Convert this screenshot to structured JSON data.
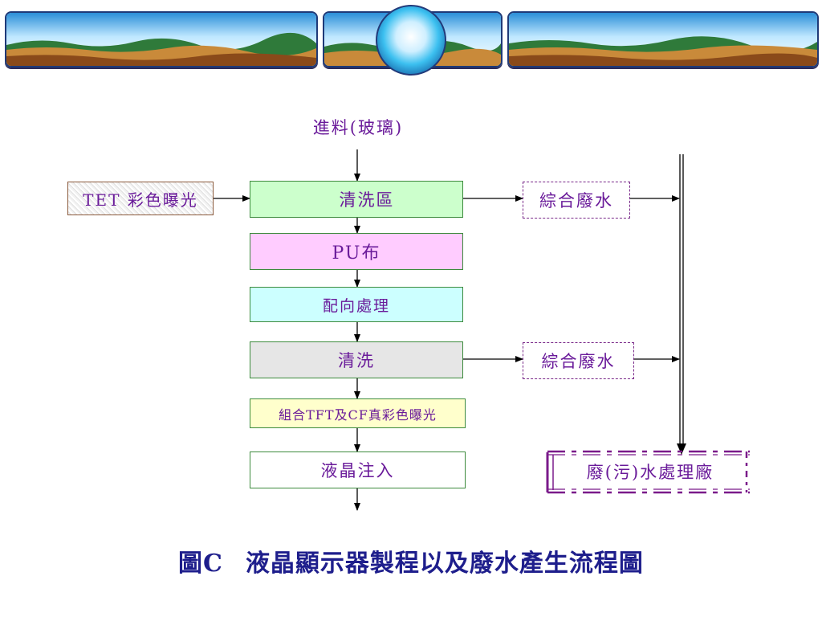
{
  "nodes": {
    "feed": "進料(玻璃)",
    "tet": "TET 彩色曝光",
    "wash_area": "清洗區",
    "pu_cloth": "PU布",
    "alignment": "配向處理",
    "wash": "清洗",
    "assembly": "組合TFT及CF真彩色曝光",
    "liquid_crystal": "液晶注入",
    "wastewater_1": "綜合廢水",
    "wastewater_2": "綜合廢水",
    "treatment_plant": "廢(污)水處理廠"
  },
  "caption": {
    "prefix": "圖C",
    "title": "液晶顯示器製程以及廢水產生流程圖"
  },
  "colors": {
    "text": "#6a1b9a",
    "caption": "#1e1e8c",
    "wash_area_fill": "#ccffcc",
    "pu_fill": "#ffccff",
    "alignment_fill": "#ccffff",
    "wash_fill": "#e6e6e6",
    "assembly_fill": "#ffffcc",
    "liquid_fill": "#ffffff"
  }
}
